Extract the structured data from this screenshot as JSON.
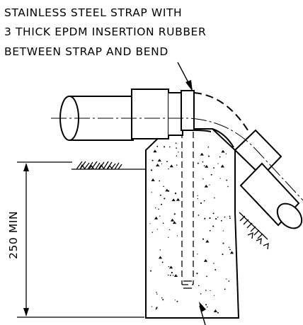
{
  "annotation": {
    "lines": [
      "STAINLESS STEEL STRAP WITH",
      "3 THICK EPDM INSERTION RUBBER",
      "BETWEEN STRAP AND BEND"
    ]
  },
  "dimension": {
    "label": "250 MIN"
  },
  "colors": {
    "ink": "#000000",
    "paper": "#ffffff"
  }
}
